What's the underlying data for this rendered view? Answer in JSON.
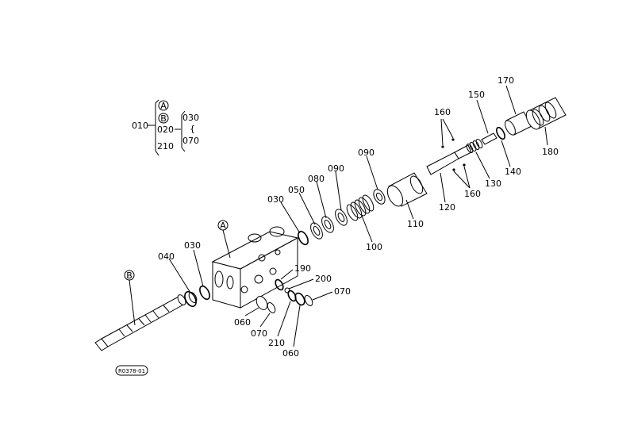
{
  "diagram": {
    "legend": {
      "a": "A",
      "b": "B",
      "p010": "010",
      "p020": "020",
      "p210": "210",
      "p030": "030",
      "p070": "070"
    },
    "callouts": {
      "c010": "010",
      "c020": "020",
      "c030": "030",
      "c040": "040",
      "c050": "050",
      "c060": "060",
      "c070": "070",
      "c080": "080",
      "c090": "090",
      "c100": "100",
      "c110": "110",
      "c120": "120",
      "c130": "130",
      "c140": "140",
      "c150": "150",
      "c160": "160",
      "c170": "170",
      "c180": "180",
      "c190": "190",
      "c200": "200",
      "c210": "210",
      "markerA": "A",
      "markerB": "B"
    },
    "stamp": "R0378-01"
  }
}
